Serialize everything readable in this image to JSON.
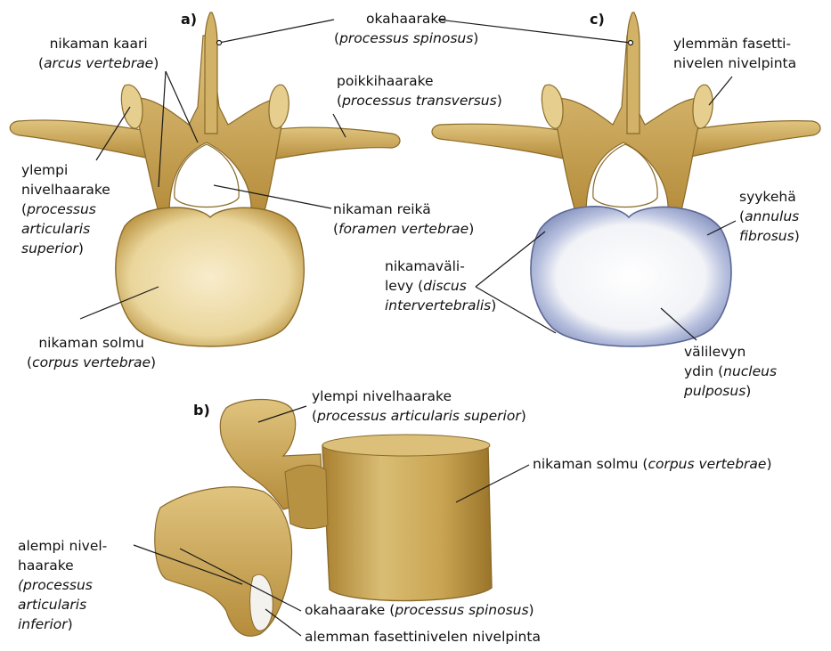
{
  "panels": {
    "a": "a)",
    "b": "b)",
    "c": "c)"
  },
  "labels": {
    "okahaarake_top": {
      "l1": "okahaarake",
      "l2a": "(",
      "l2i": "processus spinosus",
      "l2b": ")"
    },
    "nikaman_kaari": {
      "l1": "nikaman kaari",
      "l2a": "(",
      "l2i": "arcus vertebrae",
      "l2b": ")"
    },
    "poikkihaarake": {
      "l1": "poikkihaarake",
      "l2a": "(",
      "l2i": "processus transversus",
      "l2b": ")"
    },
    "ylempi_nivelhaarake_a": {
      "l1": "ylempi",
      "l2": "nivelhaarake",
      "l3a": "(",
      "l3i": "processus",
      "l4i": "articularis",
      "l5i": "superior",
      "l5b": ")"
    },
    "nikaman_reika": {
      "l1": "nikaman reikä",
      "l2a": "(",
      "l2i": "foramen vertebrae",
      "l2b": ")"
    },
    "nikaman_solmu_a": {
      "l1": "nikaman solmu",
      "l2a": "(",
      "l2i": "corpus vertebrae",
      "l2b": ")"
    },
    "ylemman_fasetti": {
      "l1": "ylemmän fasetti-",
      "l2": "nivelen nivelpinta"
    },
    "syykeha": {
      "l1": "syykehä",
      "l2a": "(",
      "l2i": "annulus",
      "l3i": "fibrosus",
      "l3b": ")"
    },
    "nikamavalilevy": {
      "l1": "nikamaväli-",
      "l2a": "levy (",
      "l2i": "discus",
      "l3i": "intervertebralis",
      "l3b": ")"
    },
    "valilevyn_ydin": {
      "l1": "välilevyn",
      "l2a": "ydin (",
      "l2i": "nucleus",
      "l3i": "pulposus",
      "l3b": ")"
    },
    "ylempi_nivelhaarake_b": {
      "l1": "ylempi nivelhaarake",
      "l2a": "(",
      "l2i": "processus articularis superior",
      "l2b": ")"
    },
    "nikaman_solmu_b": {
      "l1a": "nikaman solmu (",
      "l1i": "corpus vertebrae",
      "l1b": ")"
    },
    "alempi_nivelhaarake": {
      "l1": "alempi nivel-",
      "l2": "haarake",
      "l3i": "(processus",
      "l4i": "articularis",
      "l5i": "inferior",
      "l5b": ")"
    },
    "okahaarake_b": {
      "l1a": "okahaarake (",
      "l1i": "processus spinosus",
      "l1b": ")"
    },
    "alemman_fasetti": {
      "l1": "alemman fasettinivelen nivelpinta"
    }
  },
  "colors": {
    "bone": "#c9a553",
    "bone_dark": "#8a6a2a",
    "bone_light": "#e6cf8e",
    "body_inner": "#efe0b2",
    "disc_outer": "#8d9ac4",
    "disc_inner": "#f4f4f6",
    "leader": "#1a1a1a"
  }
}
